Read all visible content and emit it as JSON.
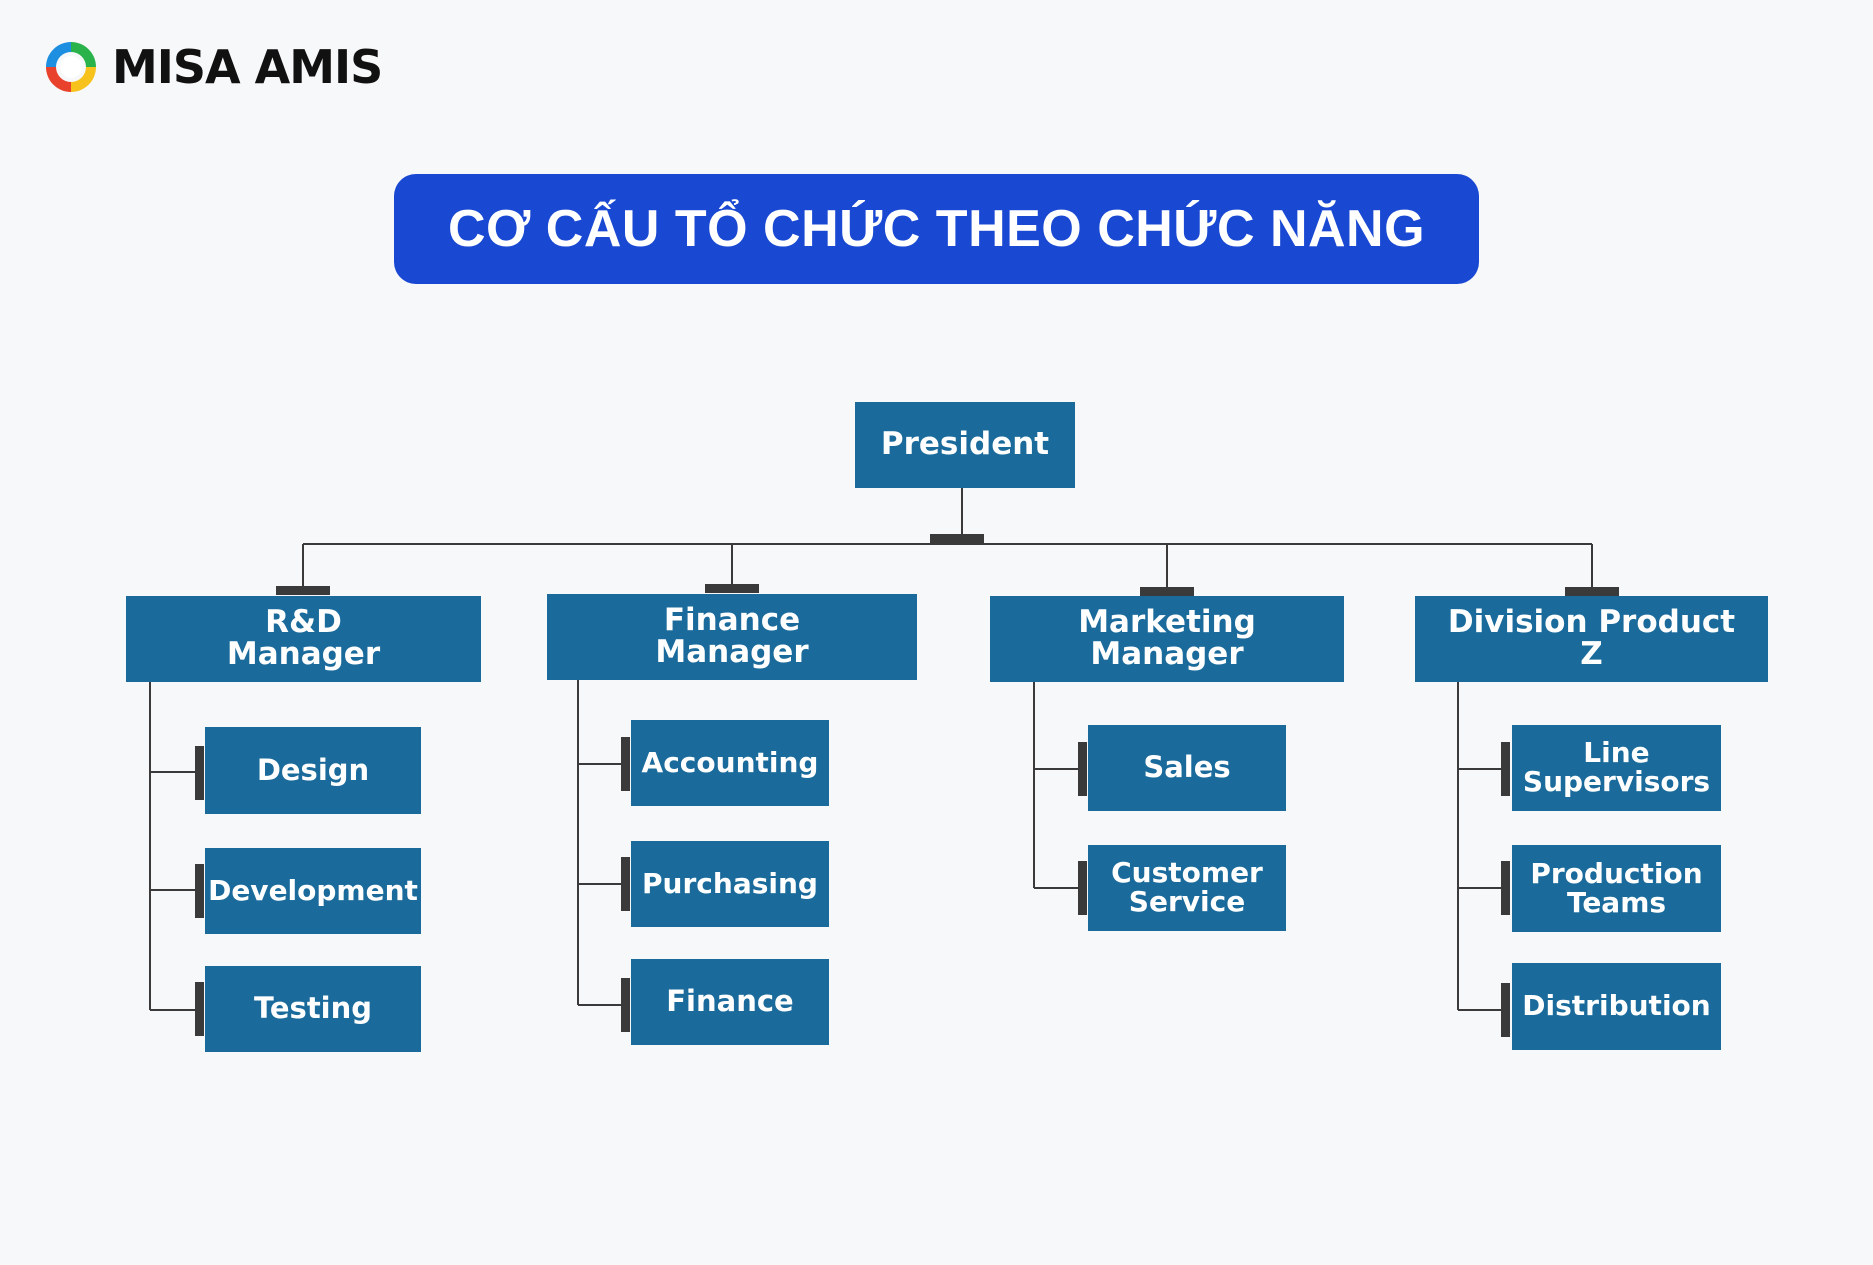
{
  "logo": {
    "text": "MISA AMIS",
    "icon": "misa-amis-swirl-logo"
  },
  "title": "CƠ CẤU TỔ CHỨC THEO CHỨC NĂNG",
  "colors": {
    "banner": "#1948d2",
    "box": "#1a6b9c",
    "connector": "#3a3a3a",
    "background": "#f7f8fa"
  },
  "org": {
    "top": "President",
    "departments": [
      {
        "label": "R&D\nManager",
        "children": [
          "Design",
          "Development",
          "Testing"
        ]
      },
      {
        "label": "Finance\nManager",
        "children": [
          "Accounting",
          "Purchasing",
          "Finance"
        ]
      },
      {
        "label": "Marketing\nManager",
        "children": [
          "Sales",
          "Customer\nService"
        ]
      },
      {
        "label": "Division Product\nZ",
        "children": [
          "Line\nSupervisors",
          "Production\nTeams",
          "Distribution"
        ]
      }
    ]
  }
}
